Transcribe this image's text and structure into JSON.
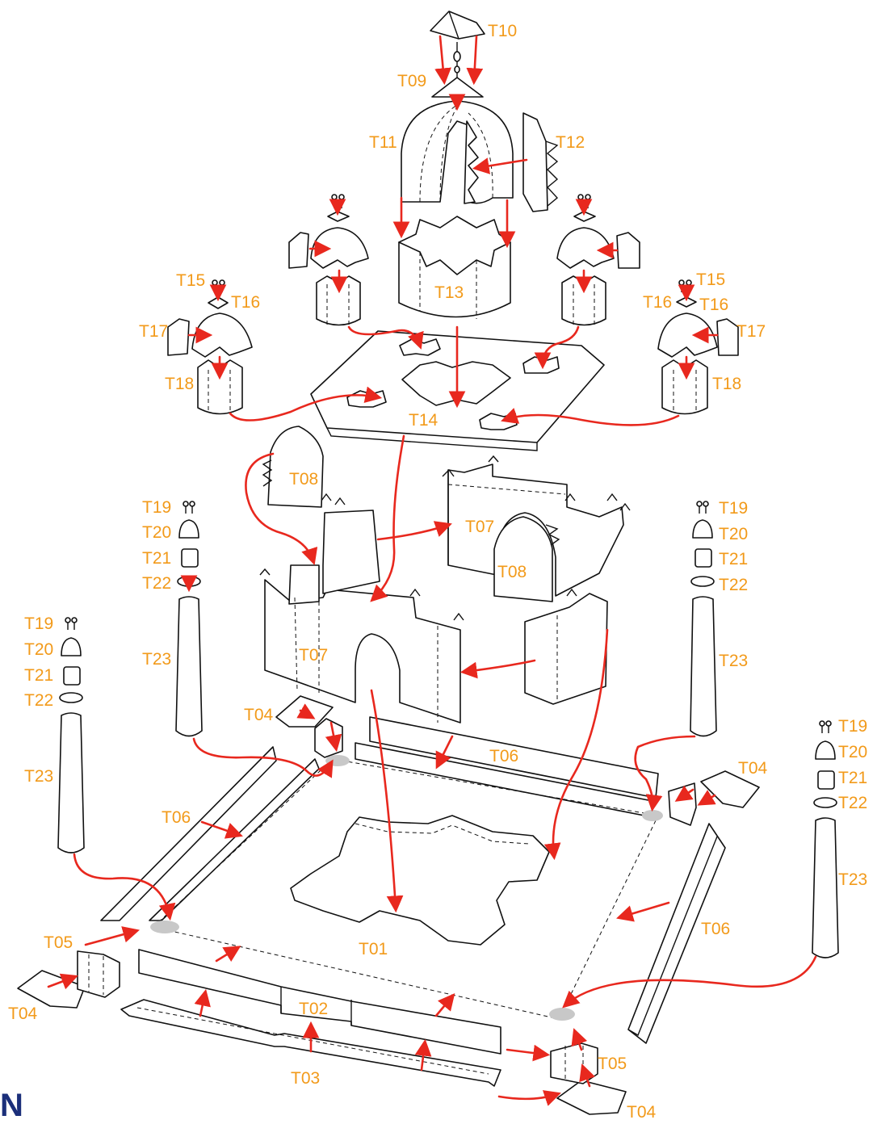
{
  "diagram": {
    "labels": {
      "t10": "T10",
      "t09": "T09",
      "t11": "T11",
      "t12": "T12",
      "t13": "T13",
      "t14": "T14",
      "t15_left": "T15",
      "t16_left": "T16",
      "t17_left": "T17",
      "t18_left": "T18",
      "t15_right": "T15",
      "t16_right_a": "T16",
      "t16_right_b": "T16",
      "t17_right": "T17",
      "t18_right": "T18",
      "t08_left": "T08",
      "t08_right": "T08",
      "t07_back": "T07",
      "t07_front": "T07",
      "t19_a": "T19",
      "t20_a": "T20",
      "t21_a": "T21",
      "t22_a": "T22",
      "t23_a": "T23",
      "t19_b": "T19",
      "t20_b": "T20",
      "t21_b": "T21",
      "t22_b": "T22",
      "t23_b": "T23",
      "t19_c": "T19",
      "t20_c": "T20",
      "t21_c": "T21",
      "t22_c": "T22",
      "t23_c": "T23",
      "t19_d": "T19",
      "t20_d": "T20",
      "t21_d": "T21",
      "t22_d": "T22",
      "t23_d": "T23",
      "t04_a": "T04",
      "t04_b": "T04",
      "t04_c": "T04",
      "t04_d": "T04",
      "t05_a": "T05",
      "t05_b": "T05",
      "t06_a": "T06",
      "t06_b": "T06",
      "t06_c": "T06",
      "t01": "T01",
      "t02": "T02",
      "t03": "T03"
    },
    "logo": "N",
    "colors": {
      "label": "#f29a1a",
      "arrow": "#e8281e",
      "outline": "#111111",
      "logo": "#1b2f7a"
    }
  }
}
